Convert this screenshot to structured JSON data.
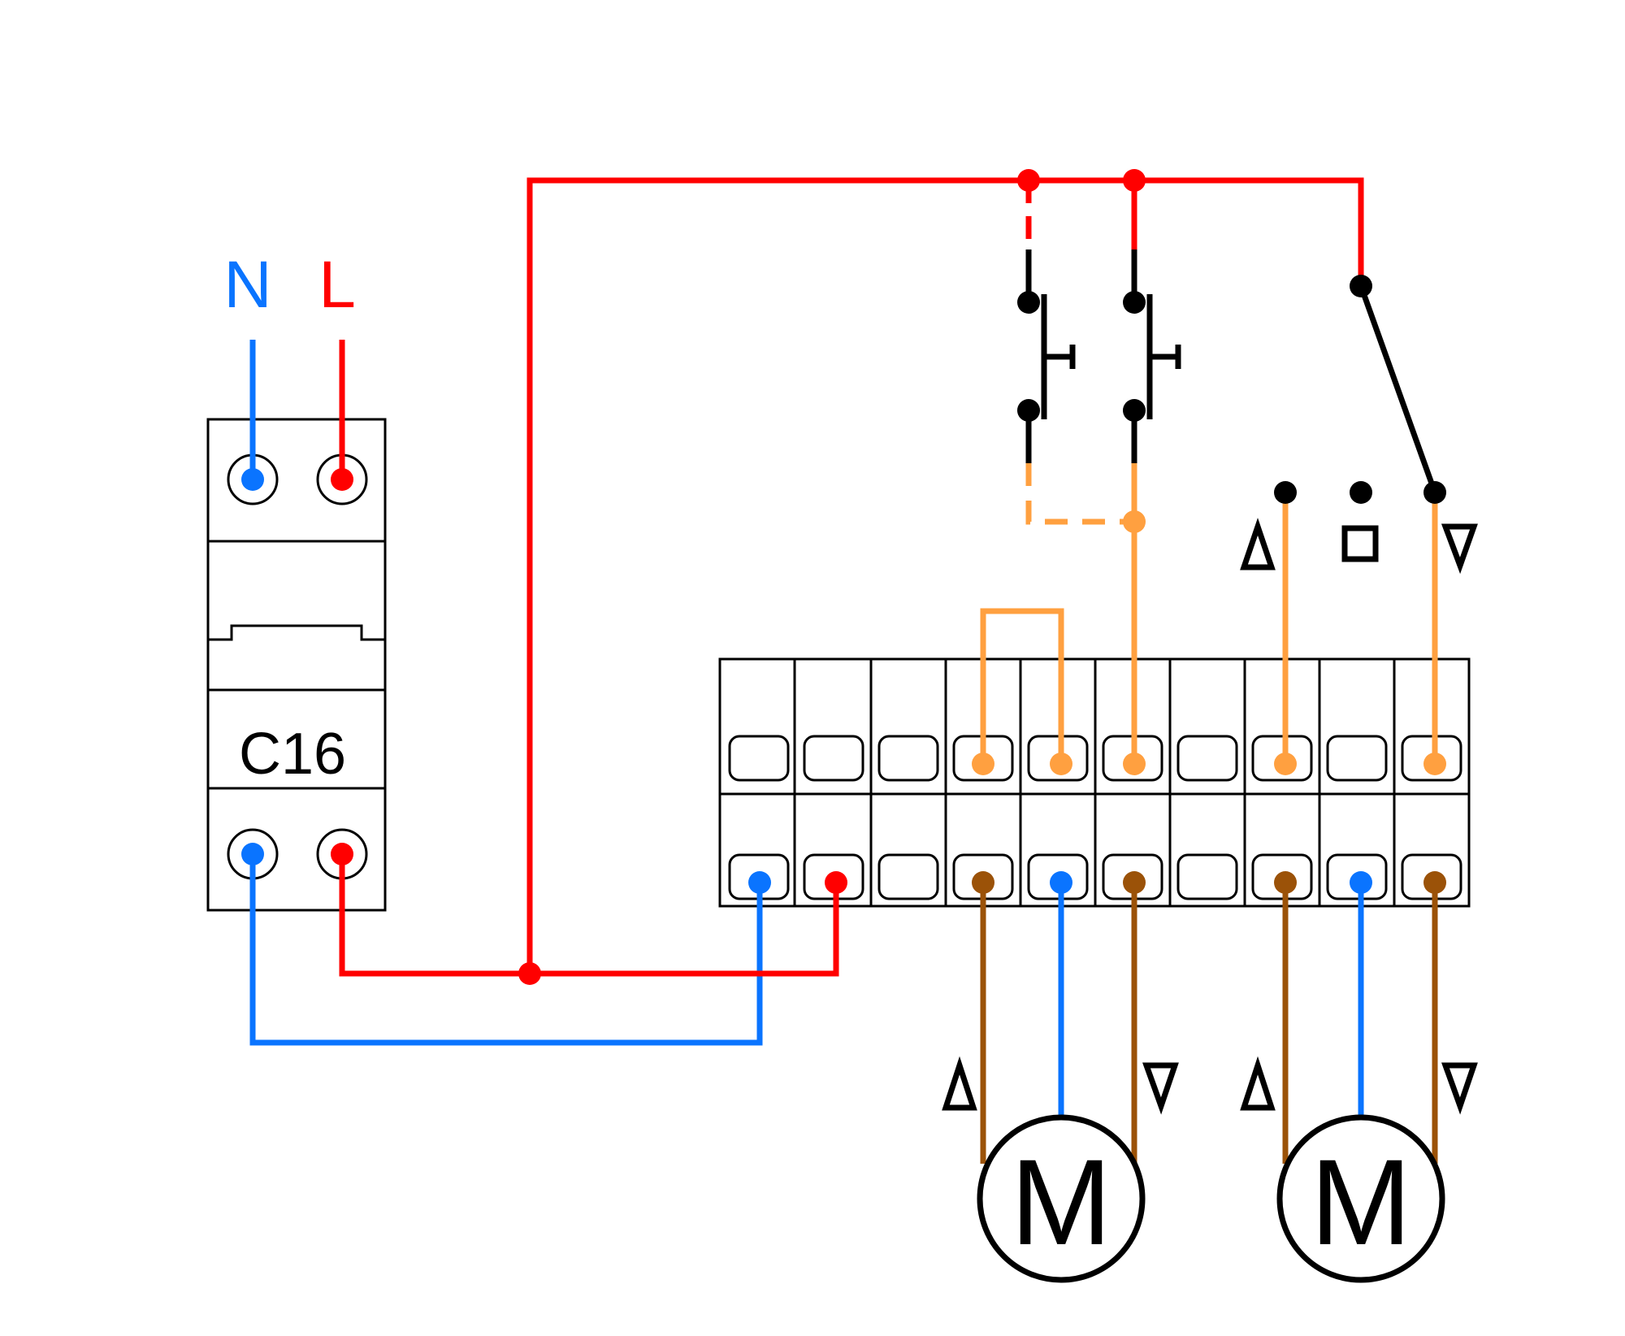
{
  "labels": {
    "neutral": "N",
    "live": "L",
    "breaker_rating": "C16",
    "motor_1": "M",
    "motor_2": "M"
  },
  "colors": {
    "live": "#ff0000",
    "neutral": "#0a74ff",
    "switched": "#ffa040",
    "motor_lead": "#9b5208",
    "outline": "#000000"
  },
  "icons": {
    "up": "up-triangle-icon",
    "down": "down-triangle-icon",
    "stop": "stop-square-icon"
  }
}
